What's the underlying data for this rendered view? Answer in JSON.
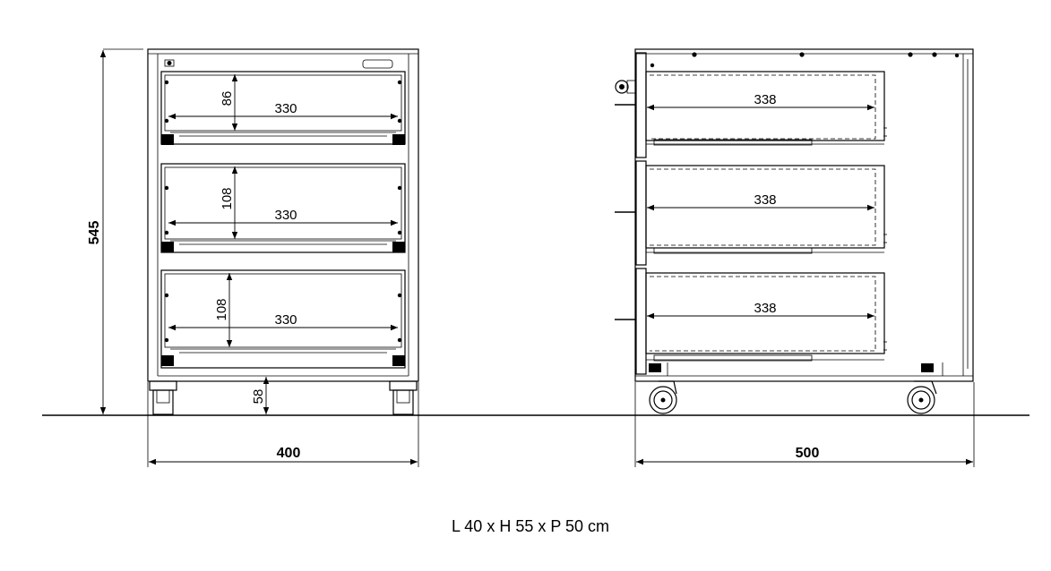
{
  "front_view": {
    "height_label": "545",
    "width_label": "400",
    "plinth_label": "58",
    "drawers": [
      {
        "height_label": "86",
        "width_label": "330"
      },
      {
        "height_label": "108",
        "width_label": "330"
      },
      {
        "height_label": "108",
        "width_label": "330"
      }
    ]
  },
  "side_view": {
    "depth_label": "500",
    "drawers": [
      {
        "depth_label": "338"
      },
      {
        "depth_label": "338"
      },
      {
        "depth_label": "338"
      }
    ]
  },
  "caption": "L 40 x H 55 x P 50 cm"
}
